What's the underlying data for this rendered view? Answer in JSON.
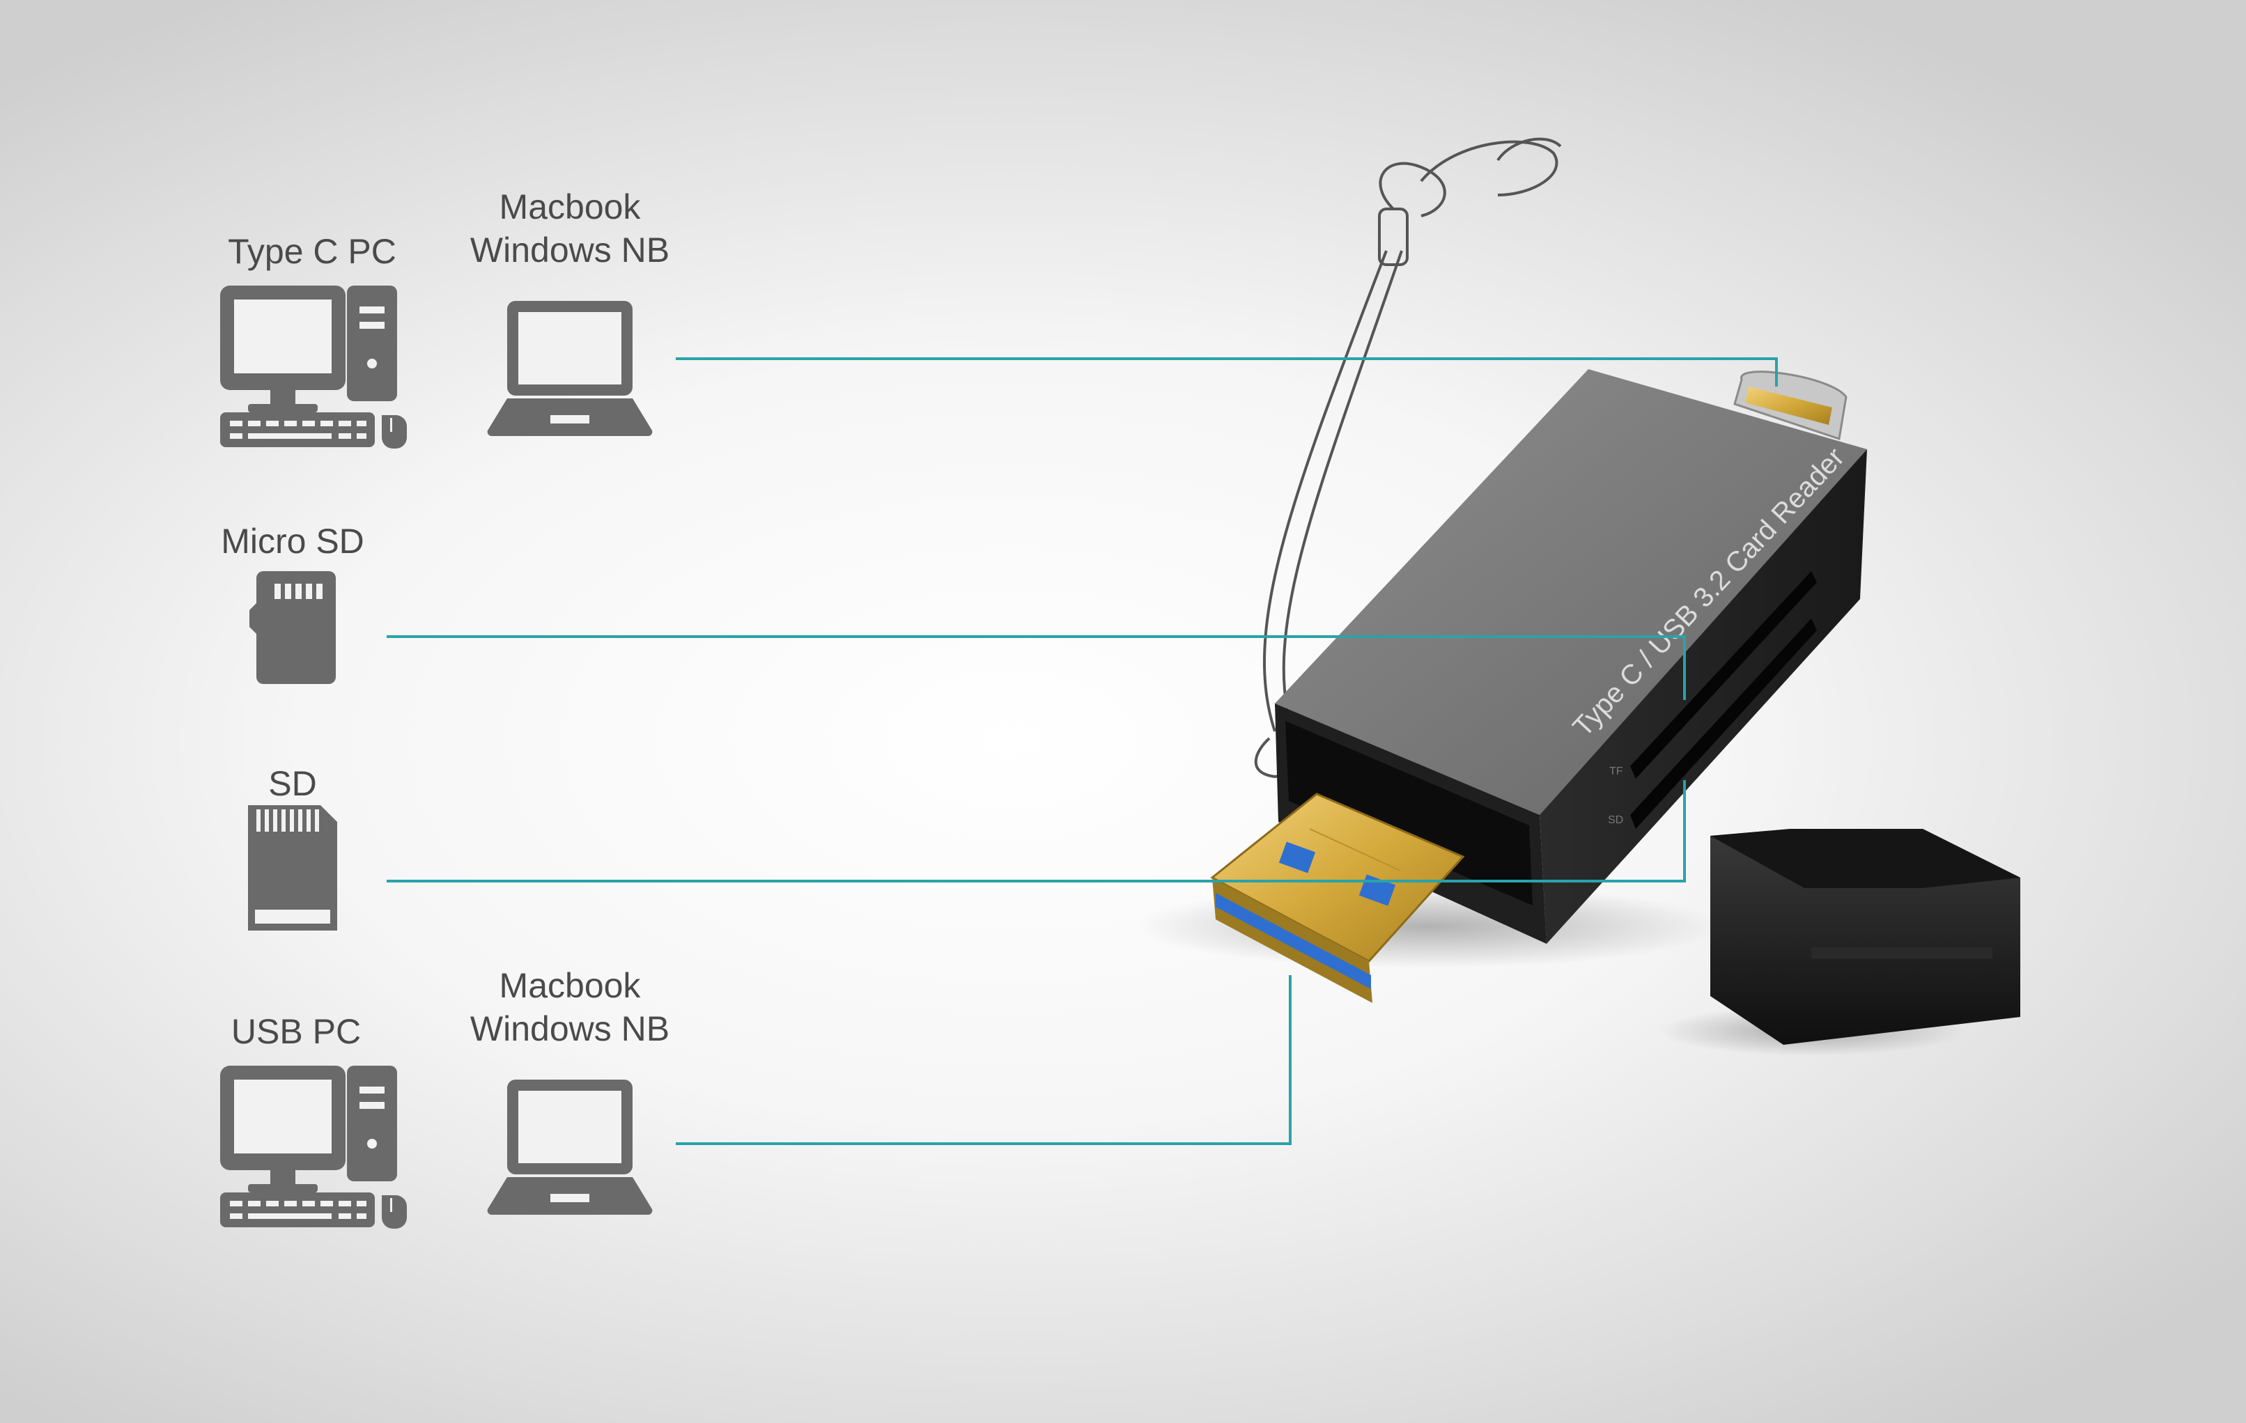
{
  "labels": {
    "type_c_pc": "Type C PC",
    "mac_top_line1": "Macbook",
    "mac_top_line2": "Windows NB",
    "micro_sd": "Micro SD",
    "sd": "SD",
    "usb_pc": "USB PC",
    "mac_bottom_line1": "Macbook",
    "mac_bottom_line2": "Windows NB"
  },
  "device": {
    "engraving": "Type C / USB 3.2 Card Reader",
    "slot_tf": "TF",
    "slot_sd": "SD"
  },
  "icons": [
    "desktop-pc-icon",
    "laptop-icon",
    "micro-sd-card-icon",
    "sd-card-icon"
  ],
  "colors": {
    "connector_line": "#2aa3a8",
    "icon_gray": "#6a6a6a",
    "text_gray": "#4a4a4a",
    "usb_blue": "#2f6fd0",
    "gold": "#d4a93c"
  }
}
